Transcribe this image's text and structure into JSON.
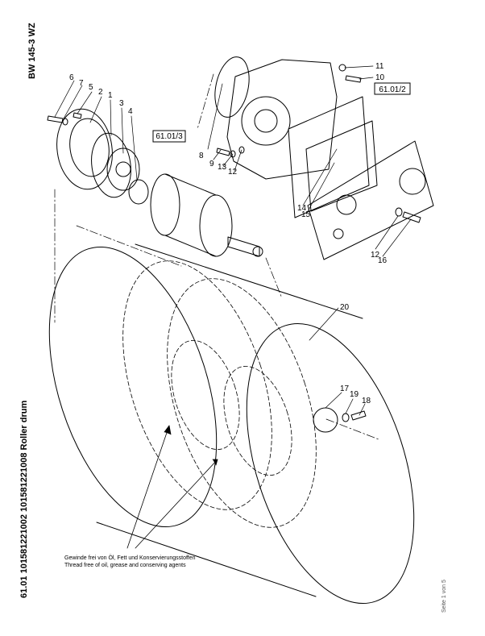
{
  "header": {
    "model": "BW 145-3 WZ",
    "section_title": "61.01 101581221002 101581221008 Roller drum"
  },
  "footer": {
    "page_indicator": "Seite 1 von 5"
  },
  "references": [
    "61.01/3",
    "61.01/2"
  ],
  "callouts": [
    "1",
    "2",
    "3",
    "4",
    "5",
    "6",
    "7",
    "8",
    "9",
    "10",
    "11",
    "12",
    "12",
    "13",
    "14",
    "15",
    "16",
    "17",
    "18",
    "19",
    "20"
  ],
  "note": {
    "line_de": "Gewinde frei von Öl, Fett und Konservierungsstoffen",
    "line_en": "Thread free of oil, grease and conserving agents"
  }
}
